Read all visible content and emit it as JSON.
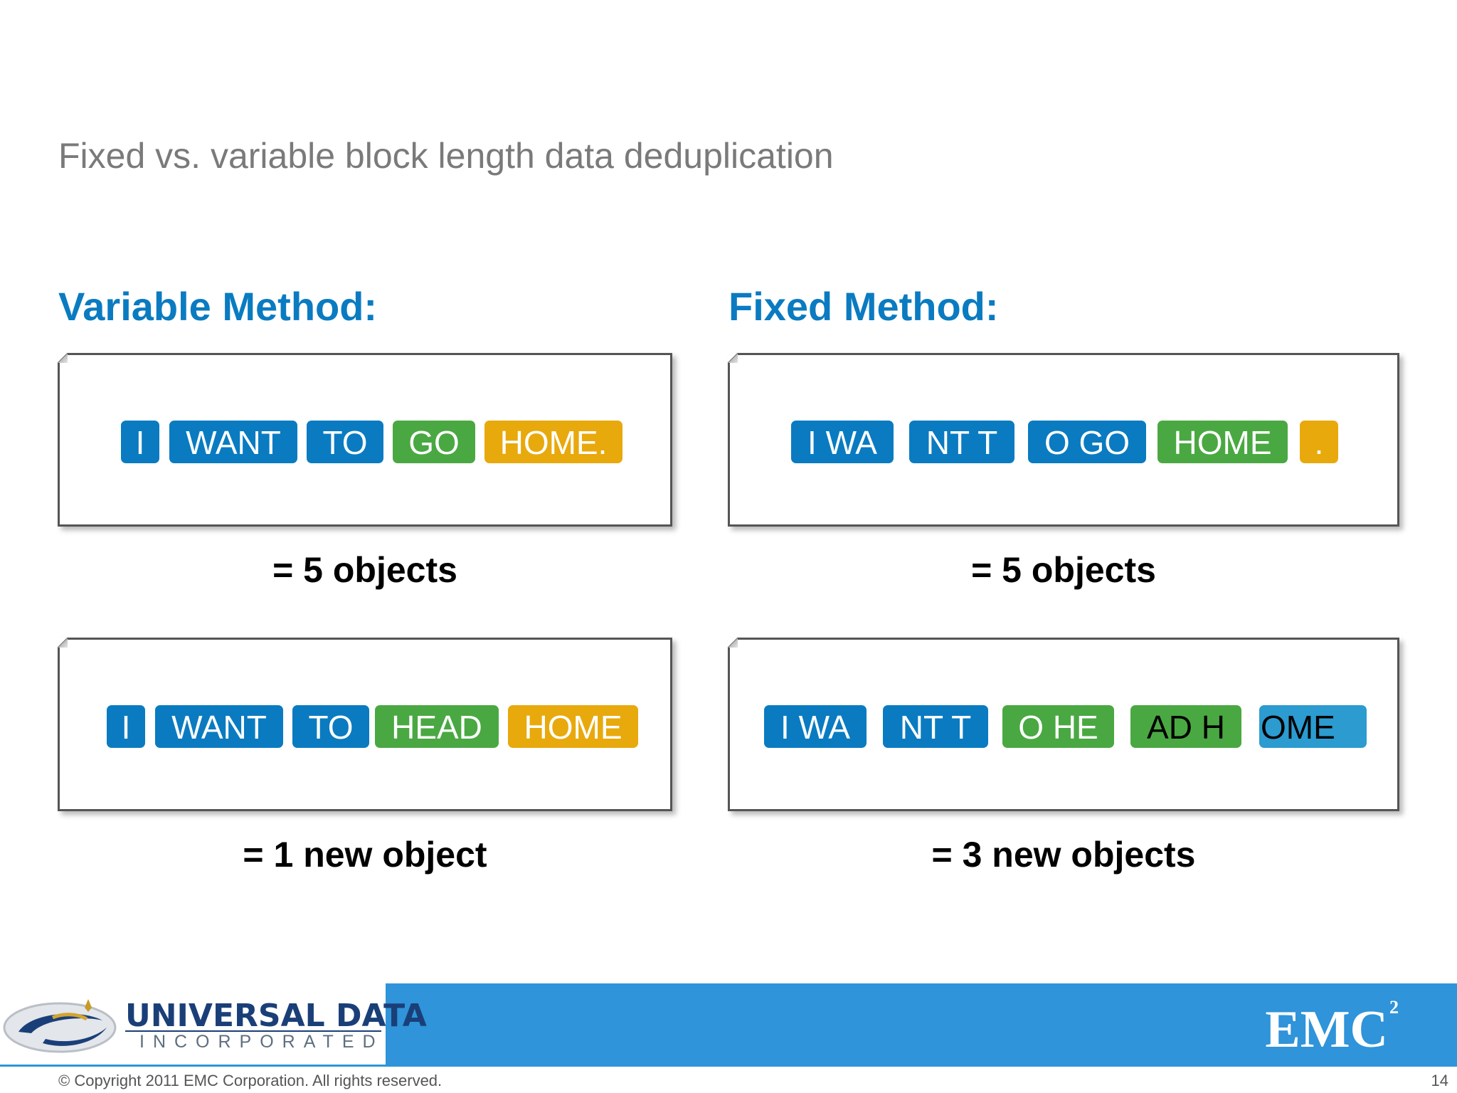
{
  "title": "Fixed vs. variable block length data deduplication",
  "variable": {
    "heading": "Variable Method:",
    "row1_chips": [
      "I",
      "WANT",
      "TO",
      "GO",
      "HOME."
    ],
    "row1_result": "= 5 objects",
    "row2_chips": [
      "I",
      "WANT",
      "TO",
      "HEAD",
      "HOME"
    ],
    "row2_result": "= 1 new object"
  },
  "fixed": {
    "heading": "Fixed Method:",
    "row1_chips": [
      "I WA",
      "NT T",
      "O GO",
      "HOME",
      "."
    ],
    "row1_result": "= 5 objects",
    "row2_chips": [
      "I WA",
      "NT T",
      "O HE",
      "AD H",
      "OME"
    ],
    "row2_result": "= 3 new objects"
  },
  "colors": {
    "blue": "#0a7bc1",
    "green": "#4aa842",
    "yellow": "#e8a90c",
    "teal": "#2b9bd0",
    "footer_band": "#2f94d9"
  },
  "footer": {
    "logo_name": "UNIVERSAL DATA",
    "logo_sub": "INCORPORATED",
    "brand": "EMC",
    "brand_sup": "2",
    "copyright": "© Copyright 2011 EMC Corporation. All rights reserved.",
    "page_number": "14"
  }
}
